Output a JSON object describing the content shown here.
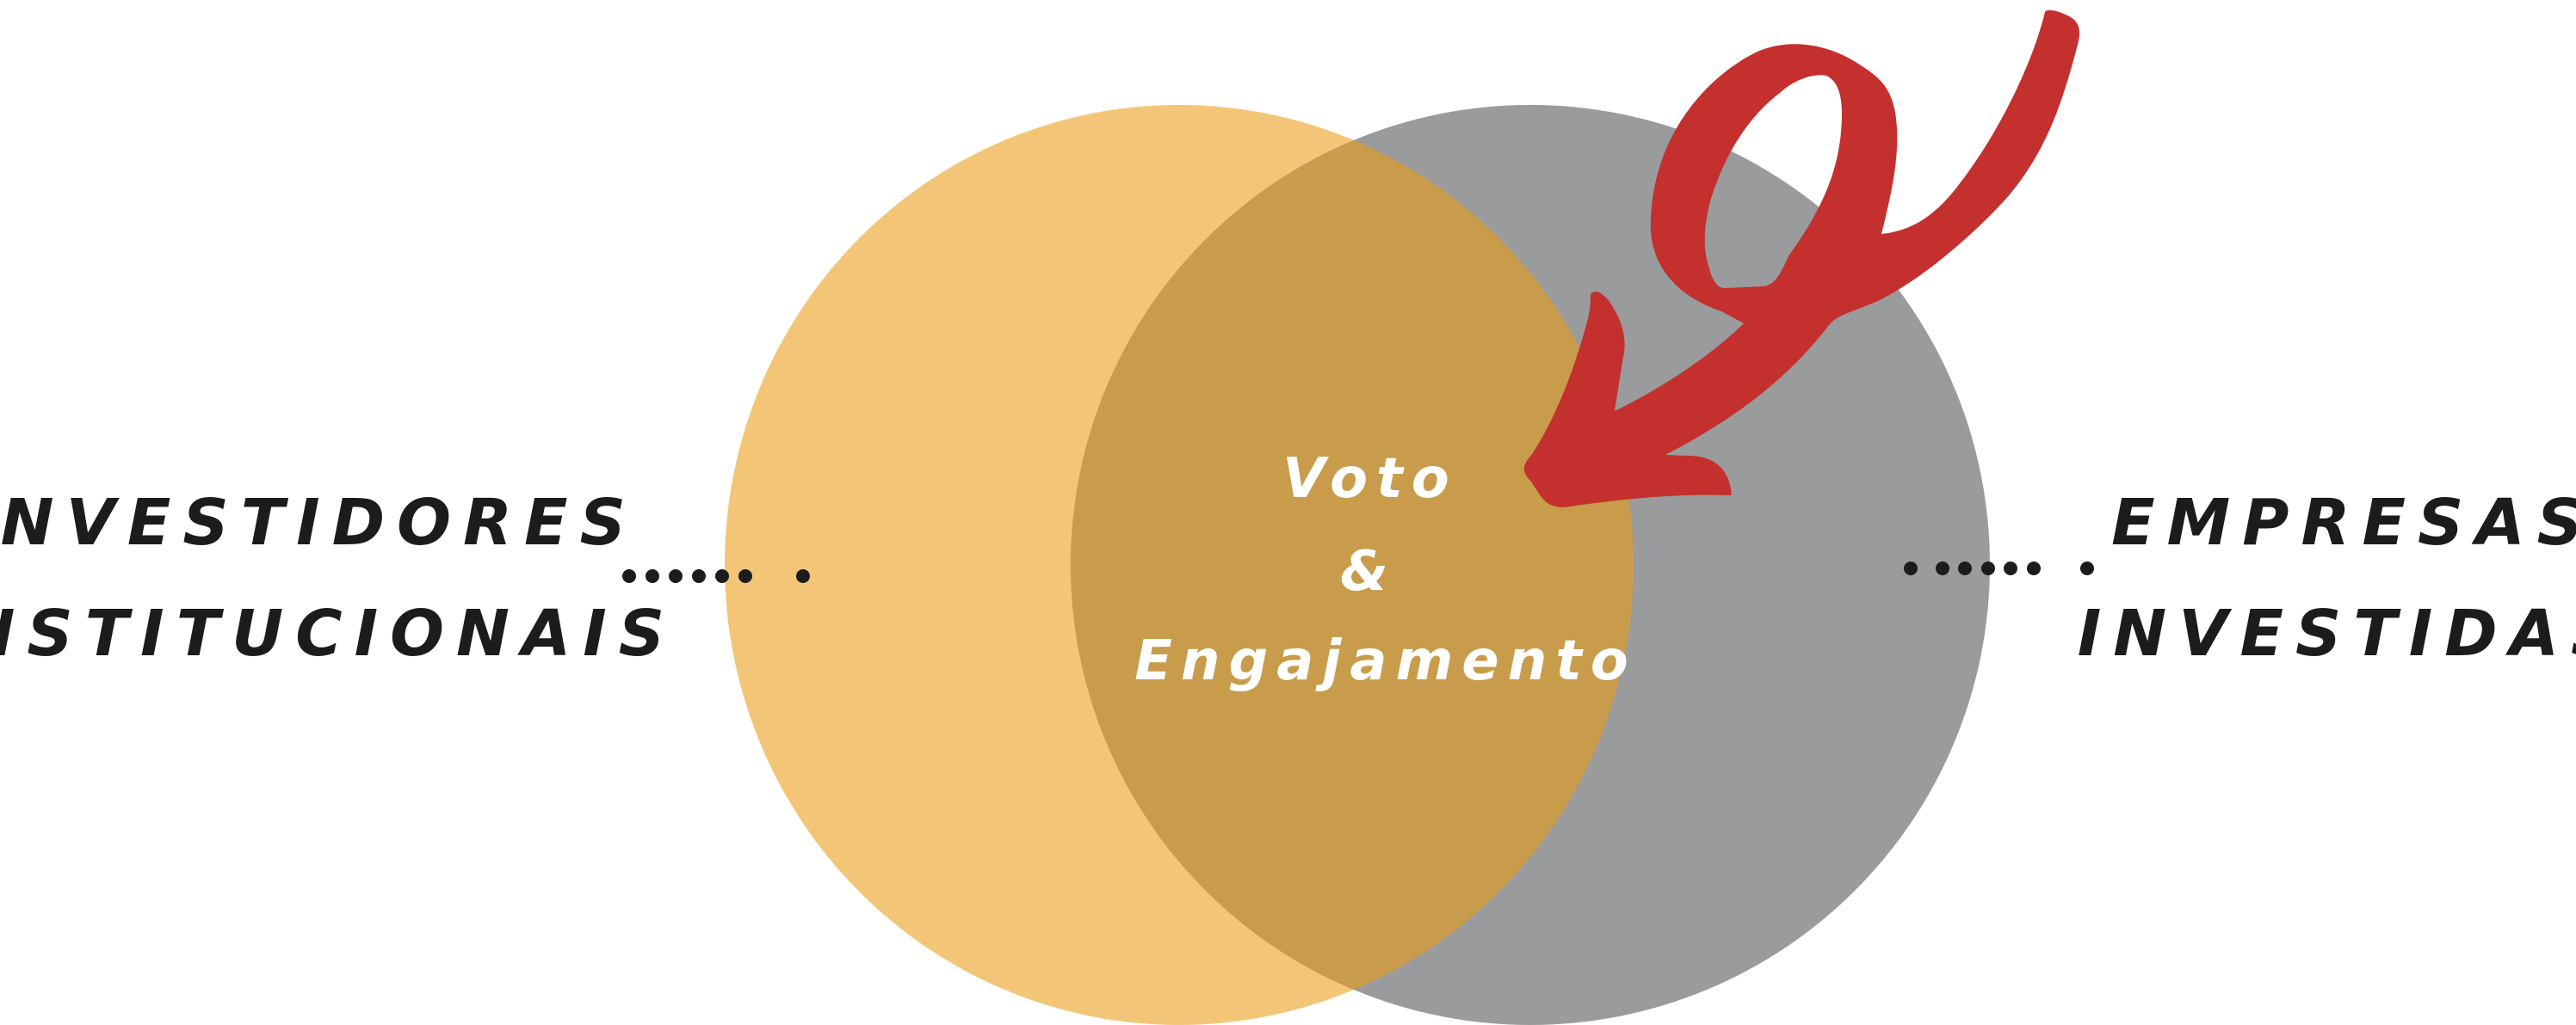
{
  "left_label": {
    "line1": "INVESTIDORES",
    "line2": "INSTITUCIONAIS"
  },
  "right_label": {
    "line1": "EMPRESAS",
    "line2": "INVESTIDAS"
  },
  "center_label": {
    "line1": "Voto",
    "line2": "&",
    "line3": "Engajamento"
  },
  "connectors": {
    "left_dot_count": 7,
    "right_dot_count": 7
  },
  "colors": {
    "left_circle": "#f3c677",
    "right_circle": "#9a9b9c",
    "overlap": "#c99c4c",
    "arrow": "#c4302d",
    "text_dark": "#1c1c1c",
    "text_light": "#ffffff"
  }
}
